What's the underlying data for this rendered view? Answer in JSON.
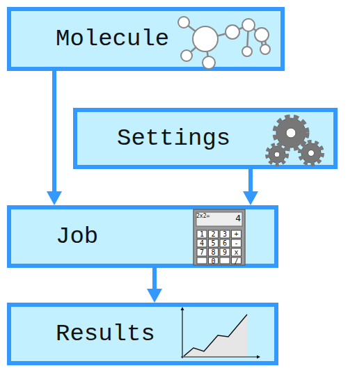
{
  "diagram": {
    "nodes": [
      {
        "text": [
          "Molecule"
        ]
      },
      {
        "text": [
          "Settings"
        ]
      },
      {
        "text": [
          "Job"
        ]
      },
      {
        "text": [
          "Results"
        ]
      }
    ],
    "edges": [
      {
        "from": 0,
        "to": 2,
        "arrow": "to"
      },
      {
        "from": 1,
        "to": 2,
        "arrow": "to"
      },
      {
        "from": 2,
        "to": 3,
        "arrow": "to"
      }
    ],
    "labels": [
      "2x2=",
      "4",
      "1",
      "2",
      "3",
      "+",
      "4",
      "5",
      "6",
      "-",
      "7",
      "8",
      "9",
      "x",
      "0",
      "/"
    ]
  }
}
